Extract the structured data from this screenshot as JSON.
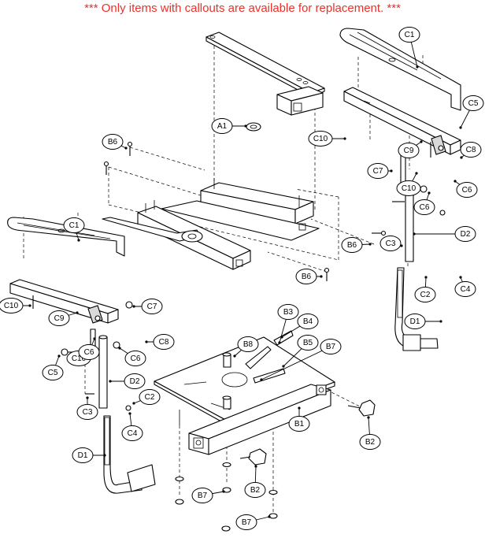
{
  "notice": "*** Only items with callouts are available for replacement. ***",
  "callouts": [
    {
      "id": "c1-right",
      "label": "C1"
    },
    {
      "id": "c5-right",
      "label": "C5"
    },
    {
      "id": "c10-right-a",
      "label": "C10"
    },
    {
      "id": "c9-right",
      "label": "C9"
    },
    {
      "id": "c8-right",
      "label": "C8"
    },
    {
      "id": "c7-right",
      "label": "C7"
    },
    {
      "id": "c10-right-b",
      "label": "C10"
    },
    {
      "id": "c6-right-a",
      "label": "C6"
    },
    {
      "id": "c6-right-b",
      "label": "C6"
    },
    {
      "id": "d2-right",
      "label": "D2"
    },
    {
      "id": "c3-right",
      "label": "C3"
    },
    {
      "id": "c2-right",
      "label": "C2"
    },
    {
      "id": "c4-right",
      "label": "C4"
    },
    {
      "id": "d1-right",
      "label": "D1"
    },
    {
      "id": "a1",
      "label": "A1"
    },
    {
      "id": "b6-a",
      "label": "B6"
    },
    {
      "id": "b6-b",
      "label": "B6"
    },
    {
      "id": "b6-c",
      "label": "B6"
    },
    {
      "id": "c1-left",
      "label": "C1"
    },
    {
      "id": "c10-left-a",
      "label": "C10"
    },
    {
      "id": "c9-left",
      "label": "C9"
    },
    {
      "id": "c7-left",
      "label": "C7"
    },
    {
      "id": "c8-left",
      "label": "C8"
    },
    {
      "id": "c5-left",
      "label": "C5"
    },
    {
      "id": "c10-left-b",
      "label": "C10"
    },
    {
      "id": "c6-left-a",
      "label": "C6"
    },
    {
      "id": "c6-left-b",
      "label": "C6"
    },
    {
      "id": "d2-left",
      "label": "D2"
    },
    {
      "id": "c3-left",
      "label": "C3"
    },
    {
      "id": "c2-left",
      "label": "C2"
    },
    {
      "id": "c4-left",
      "label": "C4"
    },
    {
      "id": "d1-left",
      "label": "D1"
    },
    {
      "id": "b3",
      "label": "B3"
    },
    {
      "id": "b4",
      "label": "B4"
    },
    {
      "id": "b8",
      "label": "B8"
    },
    {
      "id": "b5",
      "label": "B5"
    },
    {
      "id": "b7-a",
      "label": "B7"
    },
    {
      "id": "b1",
      "label": "B1"
    },
    {
      "id": "b2-a",
      "label": "B2"
    },
    {
      "id": "b2-b",
      "label": "B2"
    },
    {
      "id": "b7-b",
      "label": "B7"
    },
    {
      "id": "b7-c",
      "label": "B7"
    }
  ]
}
